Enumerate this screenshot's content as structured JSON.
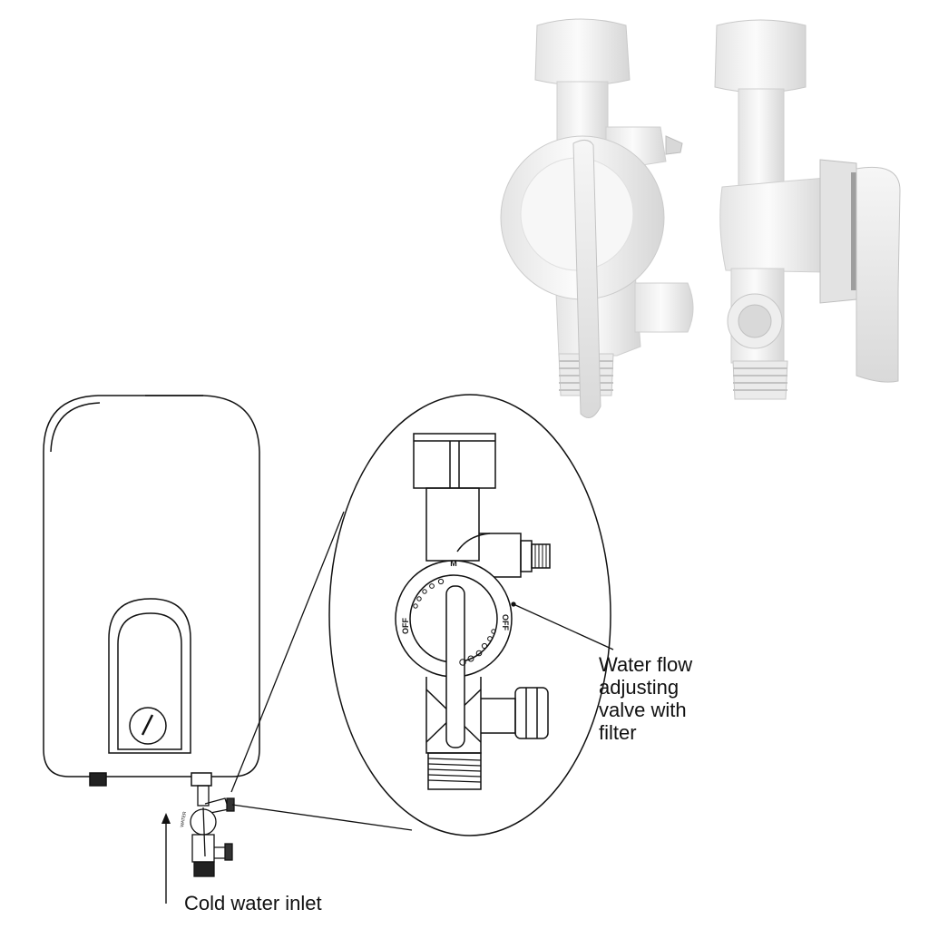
{
  "labels": {
    "valve_lines": [
      "Water flow",
      "adjusting",
      "valve with",
      "filter"
    ],
    "inlet": "Cold water inlet"
  },
  "dial_marks": {
    "top": "M",
    "left": "OFF",
    "right": "OFF"
  },
  "colors": {
    "line": "#111111",
    "product_white": "#f3f3f3",
    "product_shadow": "#cfcfcf",
    "background": "#ffffff"
  }
}
